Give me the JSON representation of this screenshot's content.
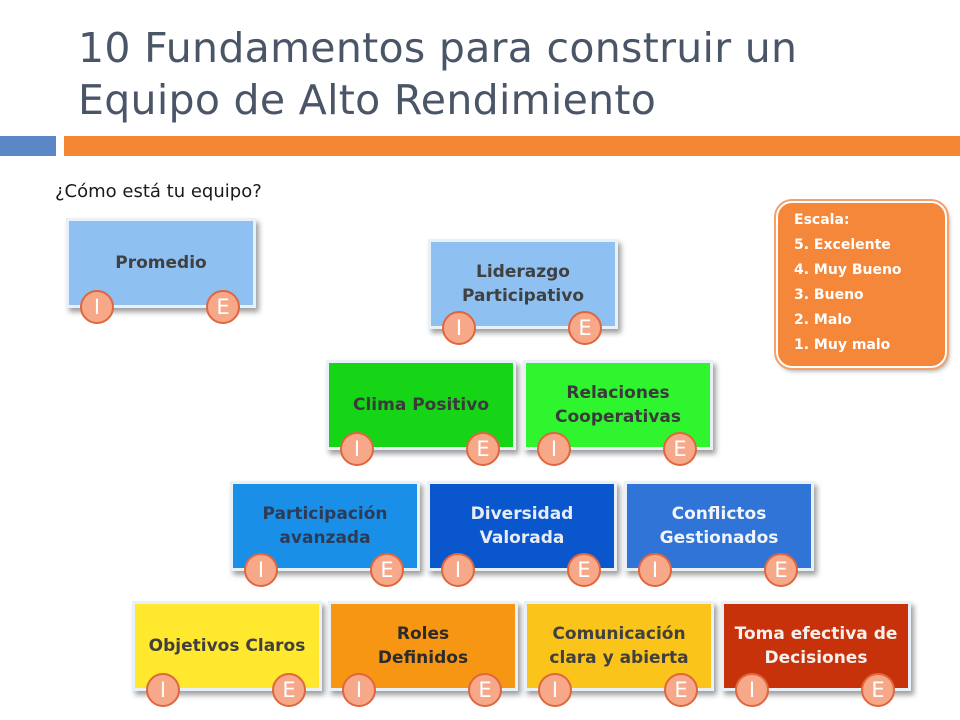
{
  "title": "10 Fundamentos para construir un Equipo de Alto Rendimiento",
  "question": "¿Cómo está tu equipo?",
  "rating_labels": {
    "internal": "I",
    "external": "E"
  },
  "scale": {
    "heading": "Escala:",
    "items": [
      "5. Excelente",
      "4. Muy Bueno",
      "3. Bueno",
      "2. Malo",
      "1. Muy malo"
    ]
  },
  "average_box": {
    "label": "Promedio",
    "color": "#8fc0f2"
  },
  "pyramid": [
    [
      {
        "label": "Liderazgo\nParticipativo",
        "color": "#8fc0f2",
        "text_color": "#404040"
      }
    ],
    [
      {
        "label": "Clima Positivo",
        "color": "#16d516",
        "text_color": "#3a3a3a"
      },
      {
        "label": "Relaciones\nCooperativas",
        "color": "#2ff52f",
        "text_color": "#3a3a3a"
      }
    ],
    [
      {
        "label": "Participación\navanzada",
        "color": "#1a8fe8",
        "text_color": "#2f3a55"
      },
      {
        "label": "Diversidad\nValorada",
        "color": "#0a56cc",
        "text_color": "#e8ecf5"
      },
      {
        "label": "Conflictos\nGestionados",
        "color": "#2f74d6",
        "text_color": "#f2f5fb"
      }
    ],
    [
      {
        "label": "Objetivos Claros",
        "color": "#ffe82e",
        "text_color": "#404040"
      },
      {
        "label": "Roles\nDefinidos",
        "color": "#f79612",
        "text_color": "#2b2b2b"
      },
      {
        "label": "Comunicación\nclara y abierta",
        "color": "#fac41a",
        "text_color": "#404040"
      },
      {
        "label": "Toma efectiva de\nDecisiones",
        "color": "#c8320a",
        "text_color": "#f5f0ee"
      }
    ]
  ]
}
